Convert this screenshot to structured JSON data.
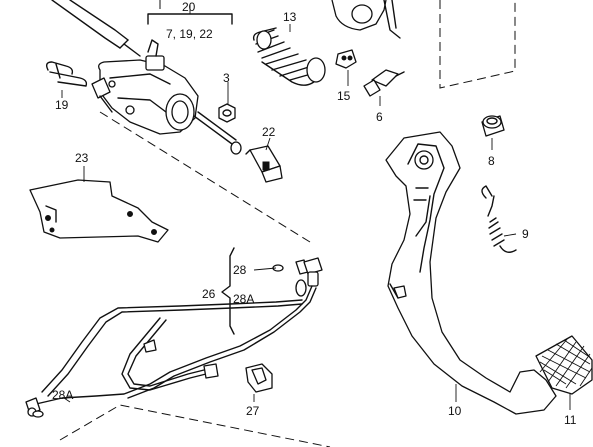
{
  "labels": {
    "l20": "20",
    "l7_19_22": "7, 19, 22",
    "l13": "13",
    "l3": "3",
    "l19": "19",
    "l15": "15",
    "l6": "6",
    "l22": "22",
    "l23": "23",
    "l8": "8",
    "l9": "9",
    "l28": "28",
    "l26": "26",
    "l28A_top": "28A",
    "l28A_bottom": "28A",
    "l27": "27",
    "l10": "10",
    "l11": "11"
  },
  "colors": {
    "ink": "#111111",
    "paper": "#ffffff"
  }
}
